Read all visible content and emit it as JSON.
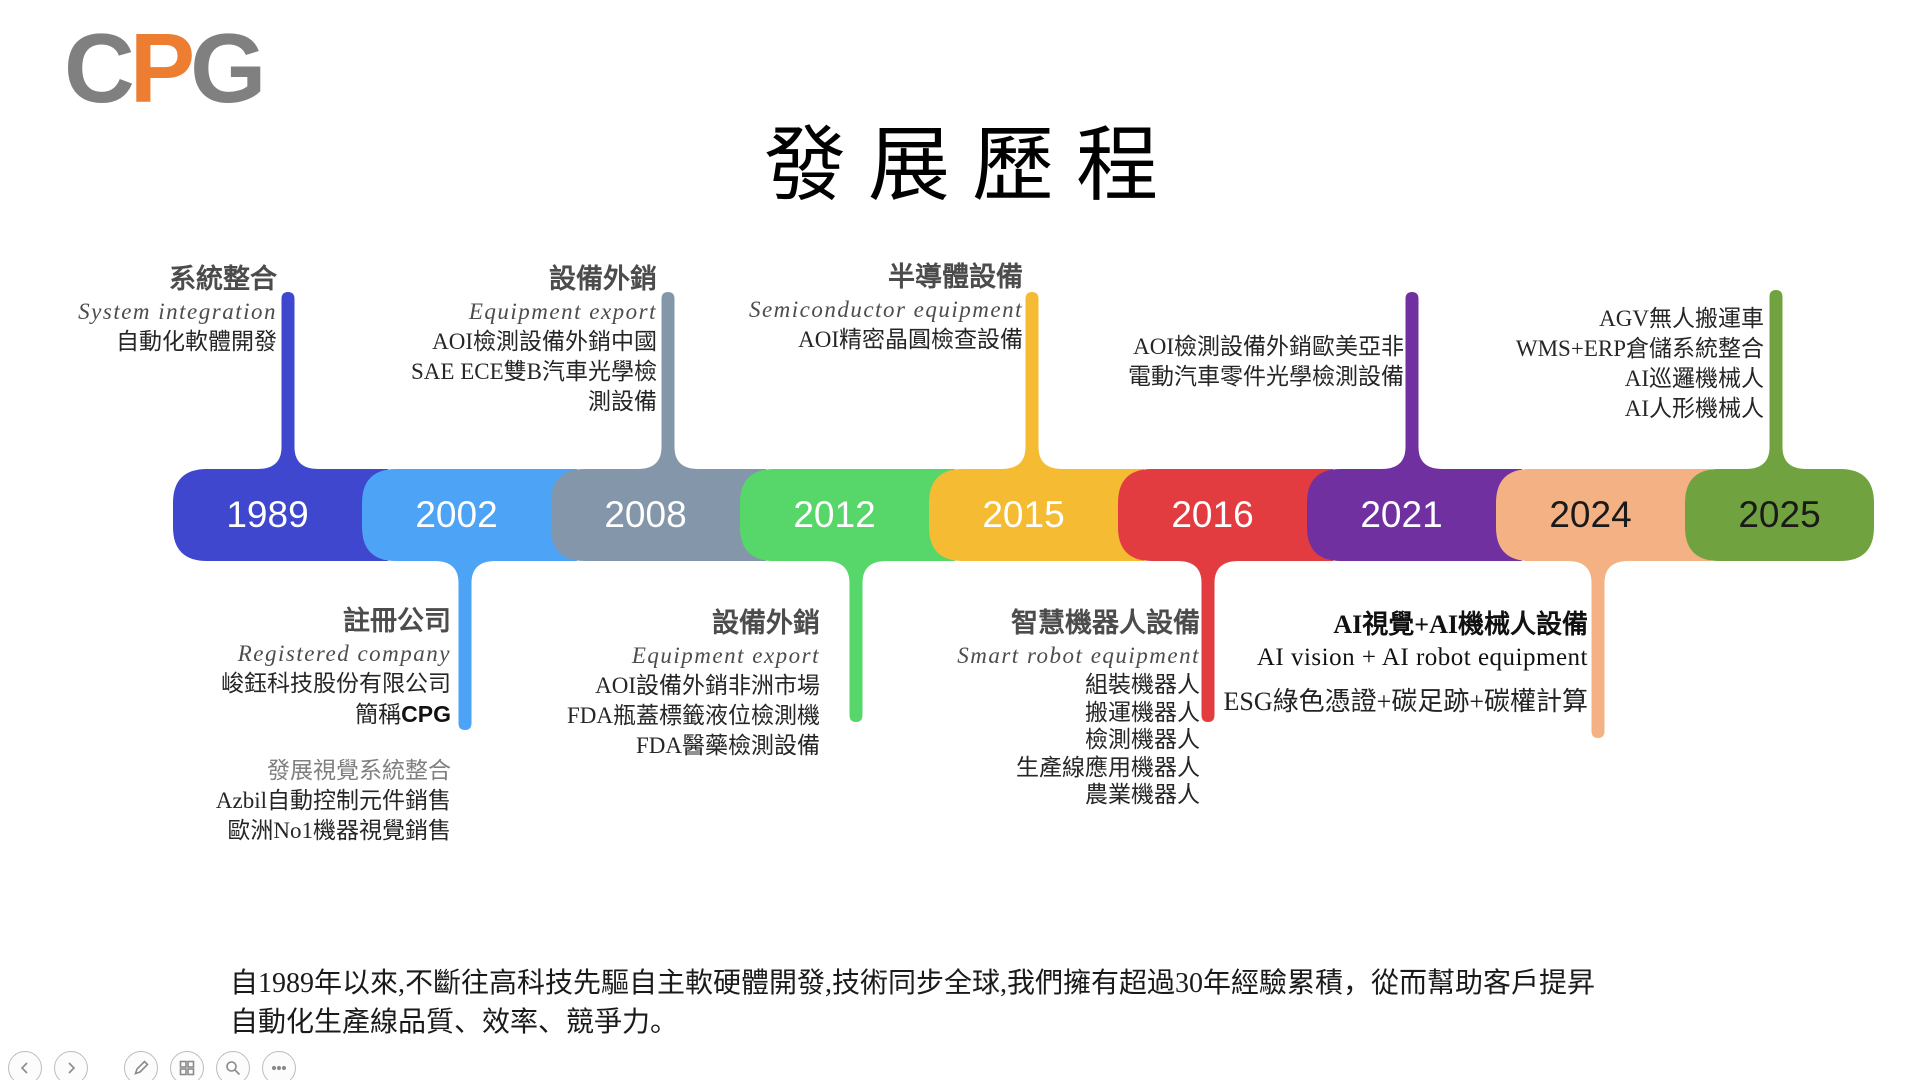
{
  "logo": {
    "letters": [
      {
        "ch": "C",
        "color": "#808080"
      },
      {
        "ch": "P",
        "color": "#ED7D31"
      },
      {
        "ch": "G",
        "color": "#808080"
      }
    ]
  },
  "title": "發展歷程",
  "milestones": [
    {
      "year": "1989",
      "color": "#3E47CE",
      "year_color": "#FFFFFF"
    },
    {
      "year": "2002",
      "color": "#4DA3F5",
      "year_color": "#FFFFFF"
    },
    {
      "year": "2008",
      "color": "#8496A9",
      "year_color": "#FFFFFF"
    },
    {
      "year": "2012",
      "color": "#57D669",
      "year_color": "#FFFFFF"
    },
    {
      "year": "2015",
      "color": "#F5BB33",
      "year_color": "#FFFFFF"
    },
    {
      "year": "2016",
      "color": "#E23C40",
      "year_color": "#FFFFFF"
    },
    {
      "year": "2021",
      "color": "#7030A0",
      "year_color": "#FFFFFF"
    },
    {
      "year": "2024",
      "color": "#F4B183",
      "year_color": "#1A1A1A"
    },
    {
      "year": "2025",
      "color": "#70A33F",
      "year_color": "#1A1A1A"
    }
  ],
  "ann": {
    "y1989": {
      "l1": "系統整合",
      "l2": "System integration",
      "l3": "自動化軟體開發"
    },
    "y2008": {
      "l1": "設備外銷",
      "l2": "Equipment export",
      "l3": "AOI檢測設備外銷中國",
      "l4": "SAE ECE雙B汽車光學檢",
      "l5": "測設備"
    },
    "y2015": {
      "l1": "半導體設備",
      "l2": "Semiconductor equipment",
      "l3": "AOI精密晶圓檢查設備"
    },
    "y2021": {
      "l1": "AOI檢測設備外銷歐美亞非",
      "l2": "電動汽車零件光學檢測設備"
    },
    "y2025": {
      "l1": "AGV無人搬運車",
      "l2": "WMS+ERP倉儲系統整合",
      "l3": "AI巡邏機械人",
      "l4": "AI人形機械人"
    },
    "y2002": {
      "l1": "註冊公司",
      "l2": "Registered company",
      "l3": "峻鈺科技股份有限公司",
      "l4_prefix": "簡稱",
      "l4_bold": "CPG",
      "l5": "發展視覺系統整合",
      "l6": "Azbil自動控制元件銷售",
      "l7": "歐洲No1機器視覺銷售"
    },
    "y2012": {
      "l1": "設備外銷",
      "l2": "Equipment export",
      "l3": "AOI設備外銷非洲市場",
      "l4": "FDA瓶蓋標籤液位檢測機",
      "l5": "FDA醫藥檢測設備"
    },
    "y2016": {
      "l1": "智慧機器人設備",
      "l2": "Smart robot equipment",
      "l3": "組裝機器人",
      "l4": "搬運機器人",
      "l5": "檢測機器人",
      "l6": "生產線應用機器人",
      "l7": "農業機器人"
    },
    "y2024": {
      "l1": "AI視覺+AI機械人設備",
      "l2": "AI vision + AI robot equipment",
      "l3": "ESG綠色憑證+碳足跡+碳權計算"
    }
  },
  "footer": {
    "line1": "自1989年以來,不斷往高科技先驅自主軟硬體開發,技術同步全球,我們擁有超過30年經驗累積，從而幫助客戶提昇",
    "line2": "自動化生產線品質、效率、競爭力。"
  },
  "toolbar": {
    "buttons": [
      {
        "name": "previous-slide"
      },
      {
        "name": "next-slide"
      },
      {
        "name": "pen-tools"
      },
      {
        "name": "see-all-slides"
      },
      {
        "name": "zoom-slide"
      },
      {
        "name": "more-options"
      }
    ]
  }
}
